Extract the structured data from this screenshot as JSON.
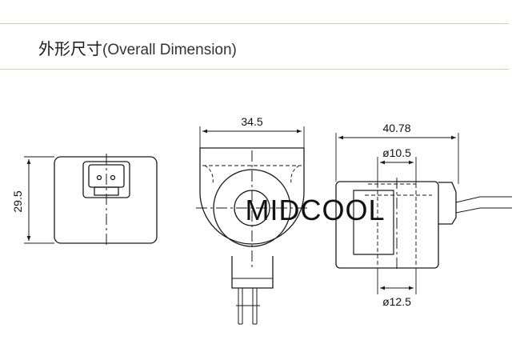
{
  "header": {
    "title_cn": "外形尺寸",
    "title_en": "(Overall Dimension)"
  },
  "dimensions": {
    "height": "29.5",
    "width_front": "34.5",
    "length_side": "40.78",
    "inner_diameter_top": "ø10.5",
    "inner_diameter_bottom": "ø12.5"
  },
  "watermark": "MIDCOOL",
  "colors": {
    "rule": "#e2c9a6",
    "line": "#1a1a1a",
    "watermark": "#e5204a"
  }
}
